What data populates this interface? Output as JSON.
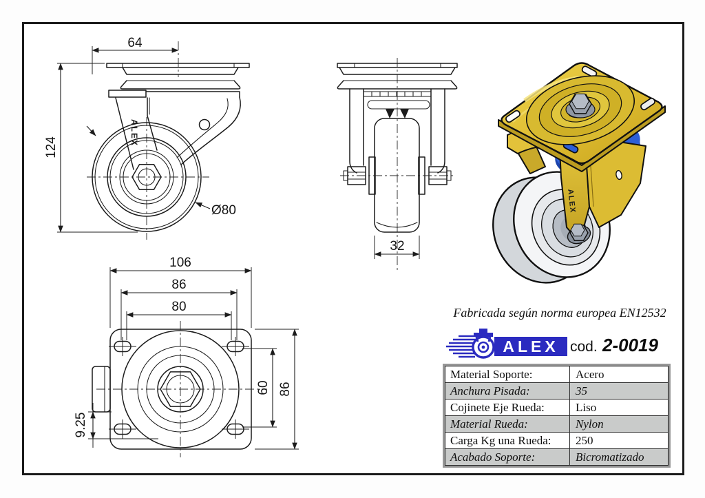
{
  "drawing": {
    "side_view": {
      "dim_top_width": "64",
      "dim_overall_height": "124",
      "dim_wheel_diameter": "Ø80",
      "fork_stamp": "ALEX"
    },
    "front_view": {
      "dim_wheel_width": "32"
    },
    "top_view": {
      "dim_plate_width": "106",
      "dim_bolt_holes_width": "86",
      "dim_slots_width": "80",
      "dim_bolt_holes_height": "60",
      "dim_plate_height": "86",
      "dim_slot_offset": "9.25"
    },
    "render_3d": {
      "fork_stamp": "ALEX"
    }
  },
  "info_block": {
    "standard_note": "Fabricada según norma europea EN12532",
    "brand": "ALEX",
    "code_label": "cod.",
    "code_value": "2-0019"
  },
  "spec_table": {
    "rows": [
      {
        "label": "Material Soporte:",
        "value": "Acero"
      },
      {
        "label": "Anchura Pisada:",
        "value": "35"
      },
      {
        "label": "Cojinete Eje Rueda:",
        "value": "Liso"
      },
      {
        "label": "Material Rueda:",
        "value": "Nylon"
      },
      {
        "label": "Carga Kg una Rueda:",
        "value": "250"
      },
      {
        "label": "Acabado Soporte:",
        "value": "Bicromatizado"
      }
    ]
  },
  "colors": {
    "line": "#1c1c1c",
    "brand_blue": "#2b2bc0",
    "plate_gold": "#e3c23a",
    "wheel_white": "#f3f4f6",
    "seal_blue": "#2e5fd6",
    "row_gray": "#c9cbca"
  }
}
